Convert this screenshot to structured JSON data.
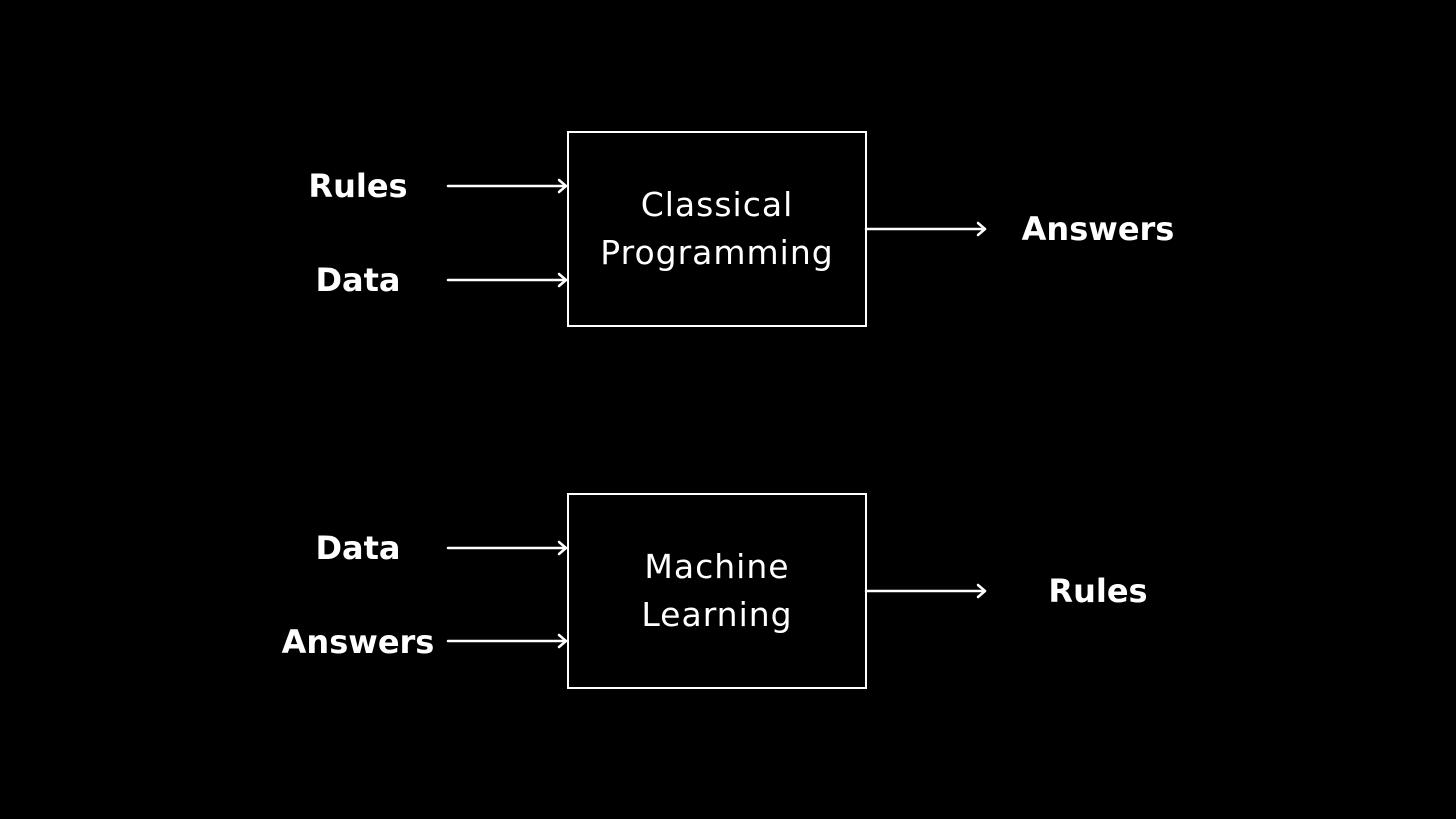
{
  "colors": {
    "background": "#000000",
    "foreground": "#ffffff"
  },
  "diagrams": [
    {
      "inputs": [
        "Rules",
        "Data"
      ],
      "box_lines": [
        "Classical",
        "Programming"
      ],
      "output": "Answers"
    },
    {
      "inputs": [
        "Data",
        "Answers"
      ],
      "box_lines": [
        "Machine",
        "Learning"
      ],
      "output": "Rules"
    }
  ]
}
